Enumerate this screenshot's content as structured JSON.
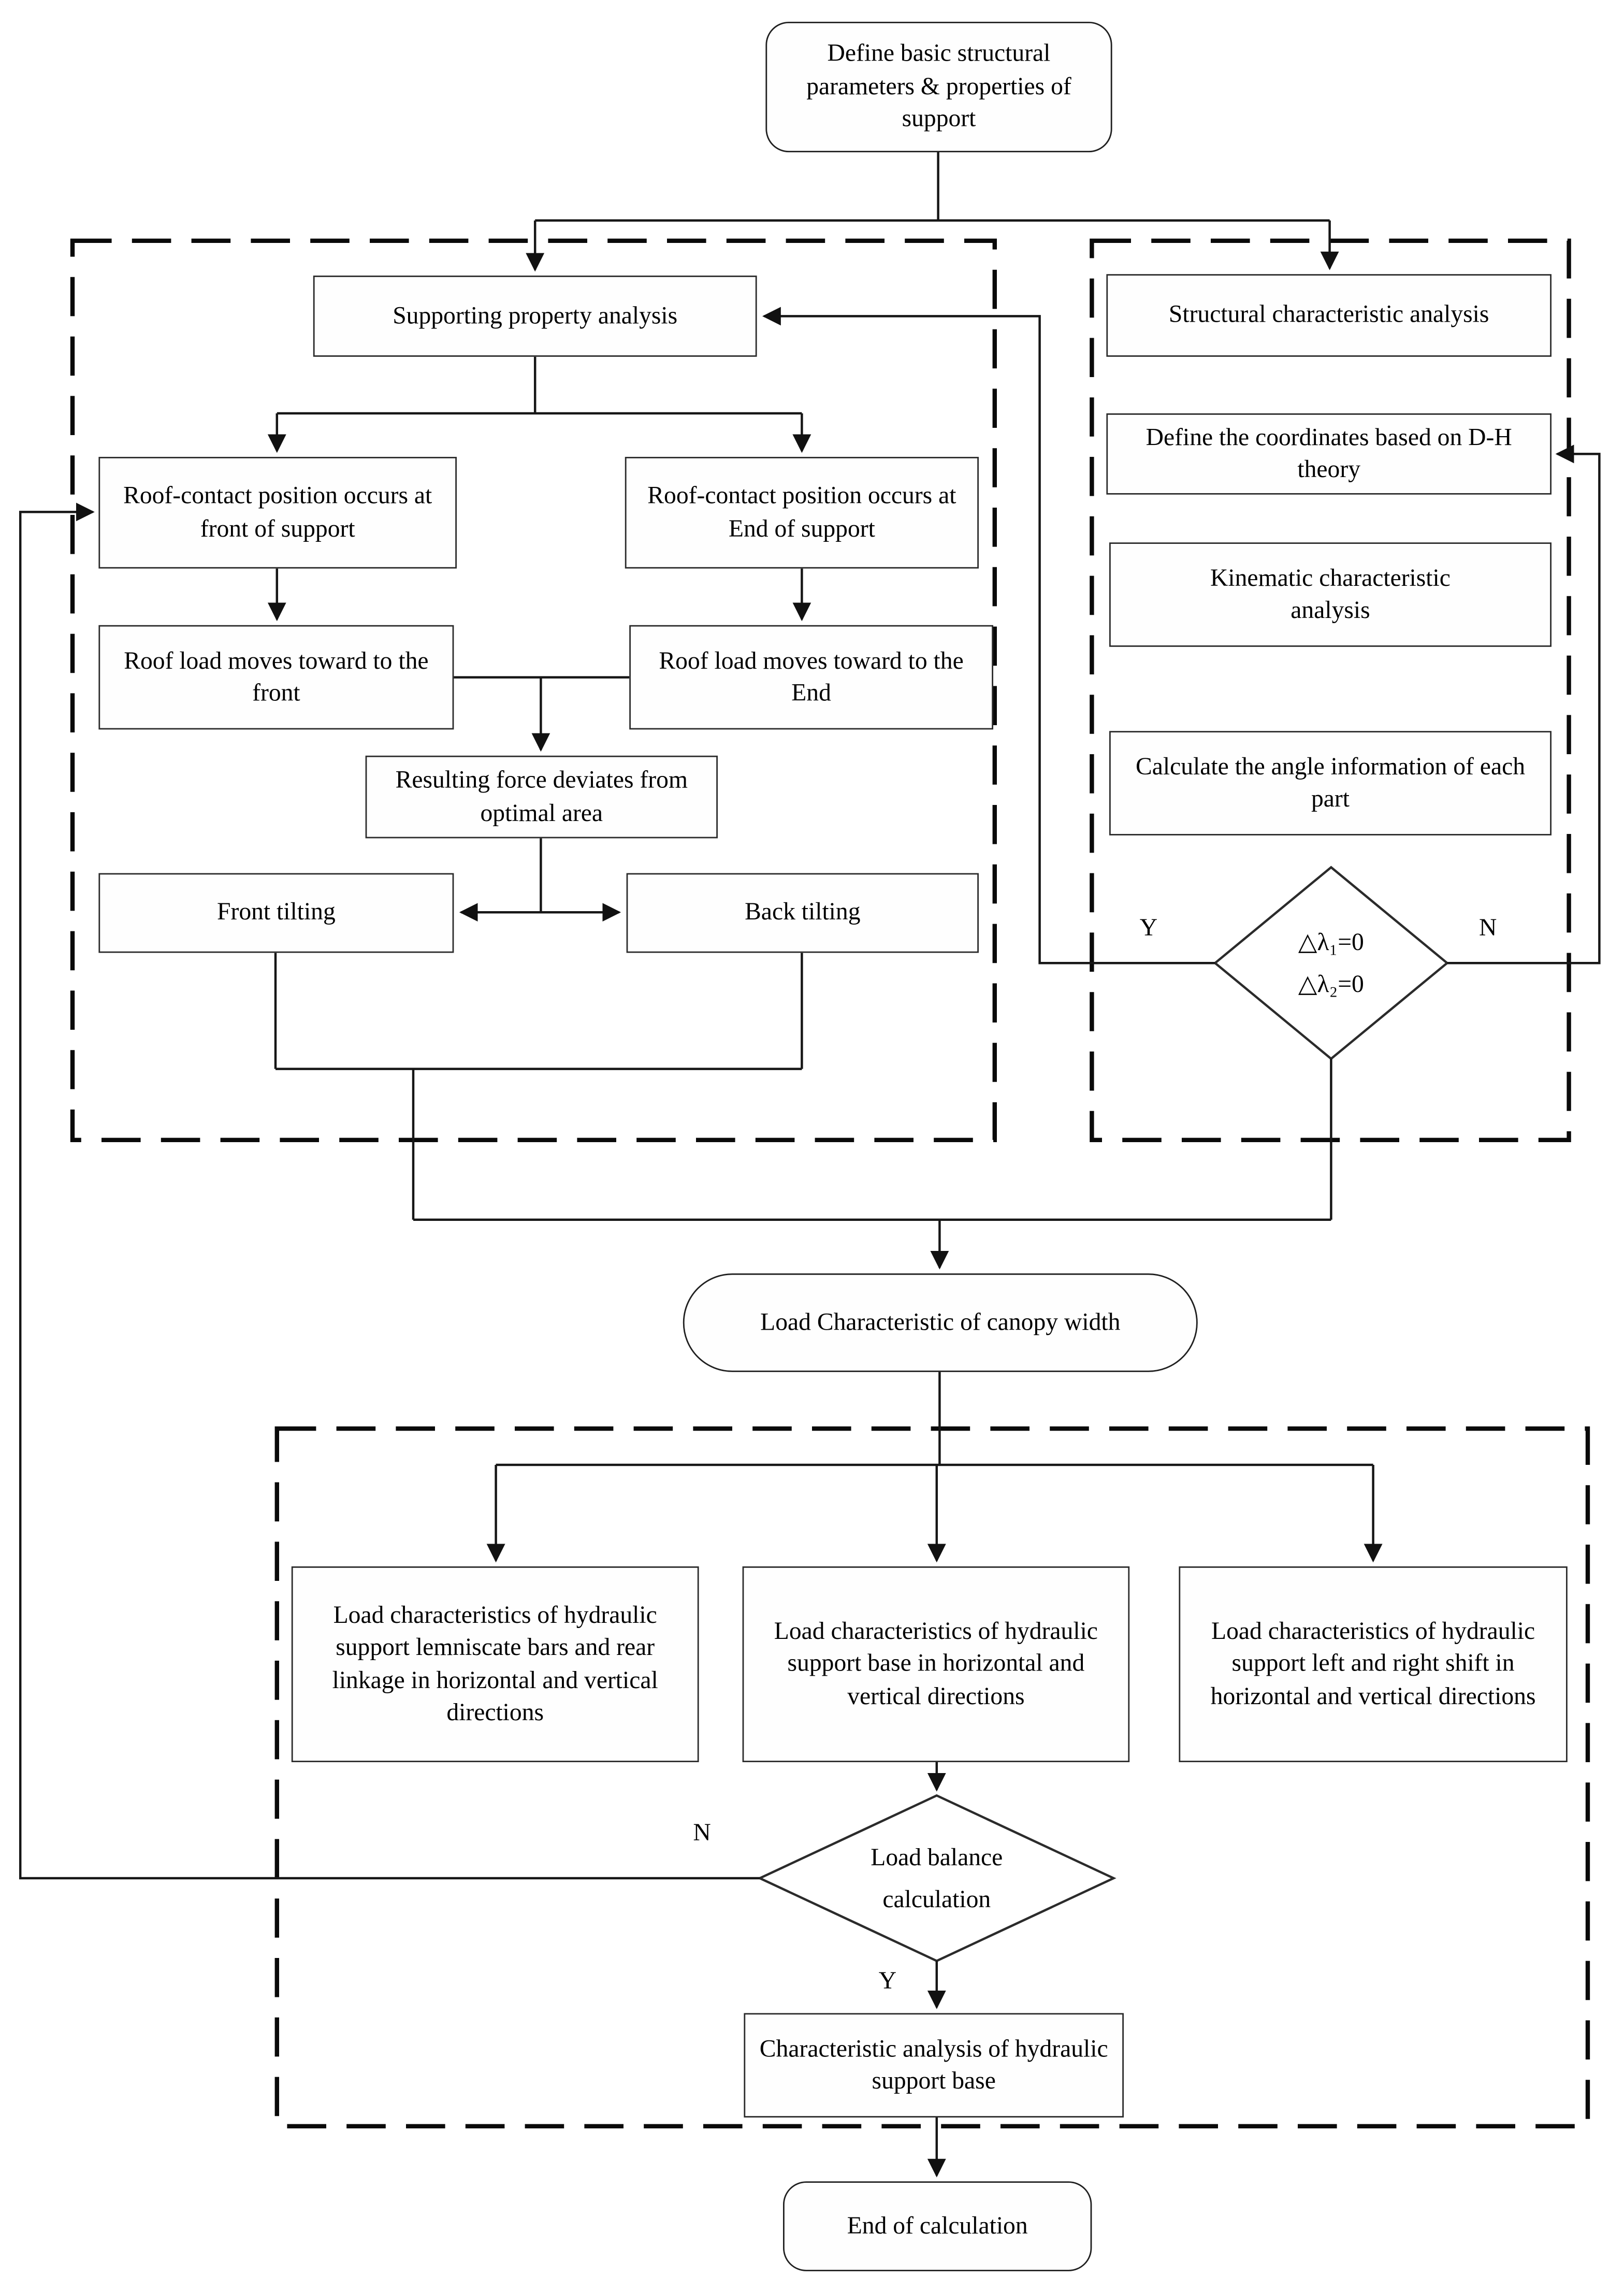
{
  "diagram": {
    "title": "Hydraulic support analysis flowchart",
    "colors": {
      "background": "#ffffff",
      "line": "#161616",
      "border": "#2b2b2b",
      "text": "#000000"
    },
    "nodes": {
      "define_params": {
        "label": "Define basic structural parameters & properties of support"
      },
      "supporting_property": {
        "label": "Supporting property analysis"
      },
      "roof_contact_front": {
        "label": "Roof-contact position occurs at front of support"
      },
      "roof_contact_end": {
        "label": "Roof-contact position occurs at End of support"
      },
      "roof_load_front": {
        "label": "Roof load moves toward to the front"
      },
      "roof_load_end": {
        "label": "Roof load moves toward to the End"
      },
      "resulting_force": {
        "label": "Resulting force deviates from optimal area"
      },
      "front_tilting": {
        "label": "Front tilting"
      },
      "back_tilting": {
        "label": "Back tilting"
      },
      "structural_analysis": {
        "label": "Structural characteristic analysis"
      },
      "dh_coordinates": {
        "label": "Define the coordinates based on D-H theory"
      },
      "kinematic": {
        "label": "Kinematic characteristic analysis"
      },
      "calc_angle": {
        "label": "Calculate the angle information of each part"
      },
      "lambda_decision": {
        "line1": "△λ₁=0",
        "line2": "△λ₂=0",
        "yes": "Y",
        "no": "N"
      },
      "canopy_load": {
        "label": "Load Characteristic of canopy width"
      },
      "lemniscate_load": {
        "label": "Load characteristics of hydraulic support lemniscate bars and rear linkage in horizontal and vertical directions"
      },
      "base_load": {
        "label": "Load characteristics of hydraulic support base in horizontal and vertical directions"
      },
      "shift_load": {
        "label": "Load characteristics of hydraulic support left and right shift in horizontal and vertical directions"
      },
      "balance_decision": {
        "line1": "Load balance",
        "line2": "calculation",
        "yes": "Y",
        "no": "N"
      },
      "char_analysis": {
        "label": "Characteristic analysis of hydraulic support base"
      },
      "end_calc": {
        "label": "End of calculation"
      }
    }
  }
}
